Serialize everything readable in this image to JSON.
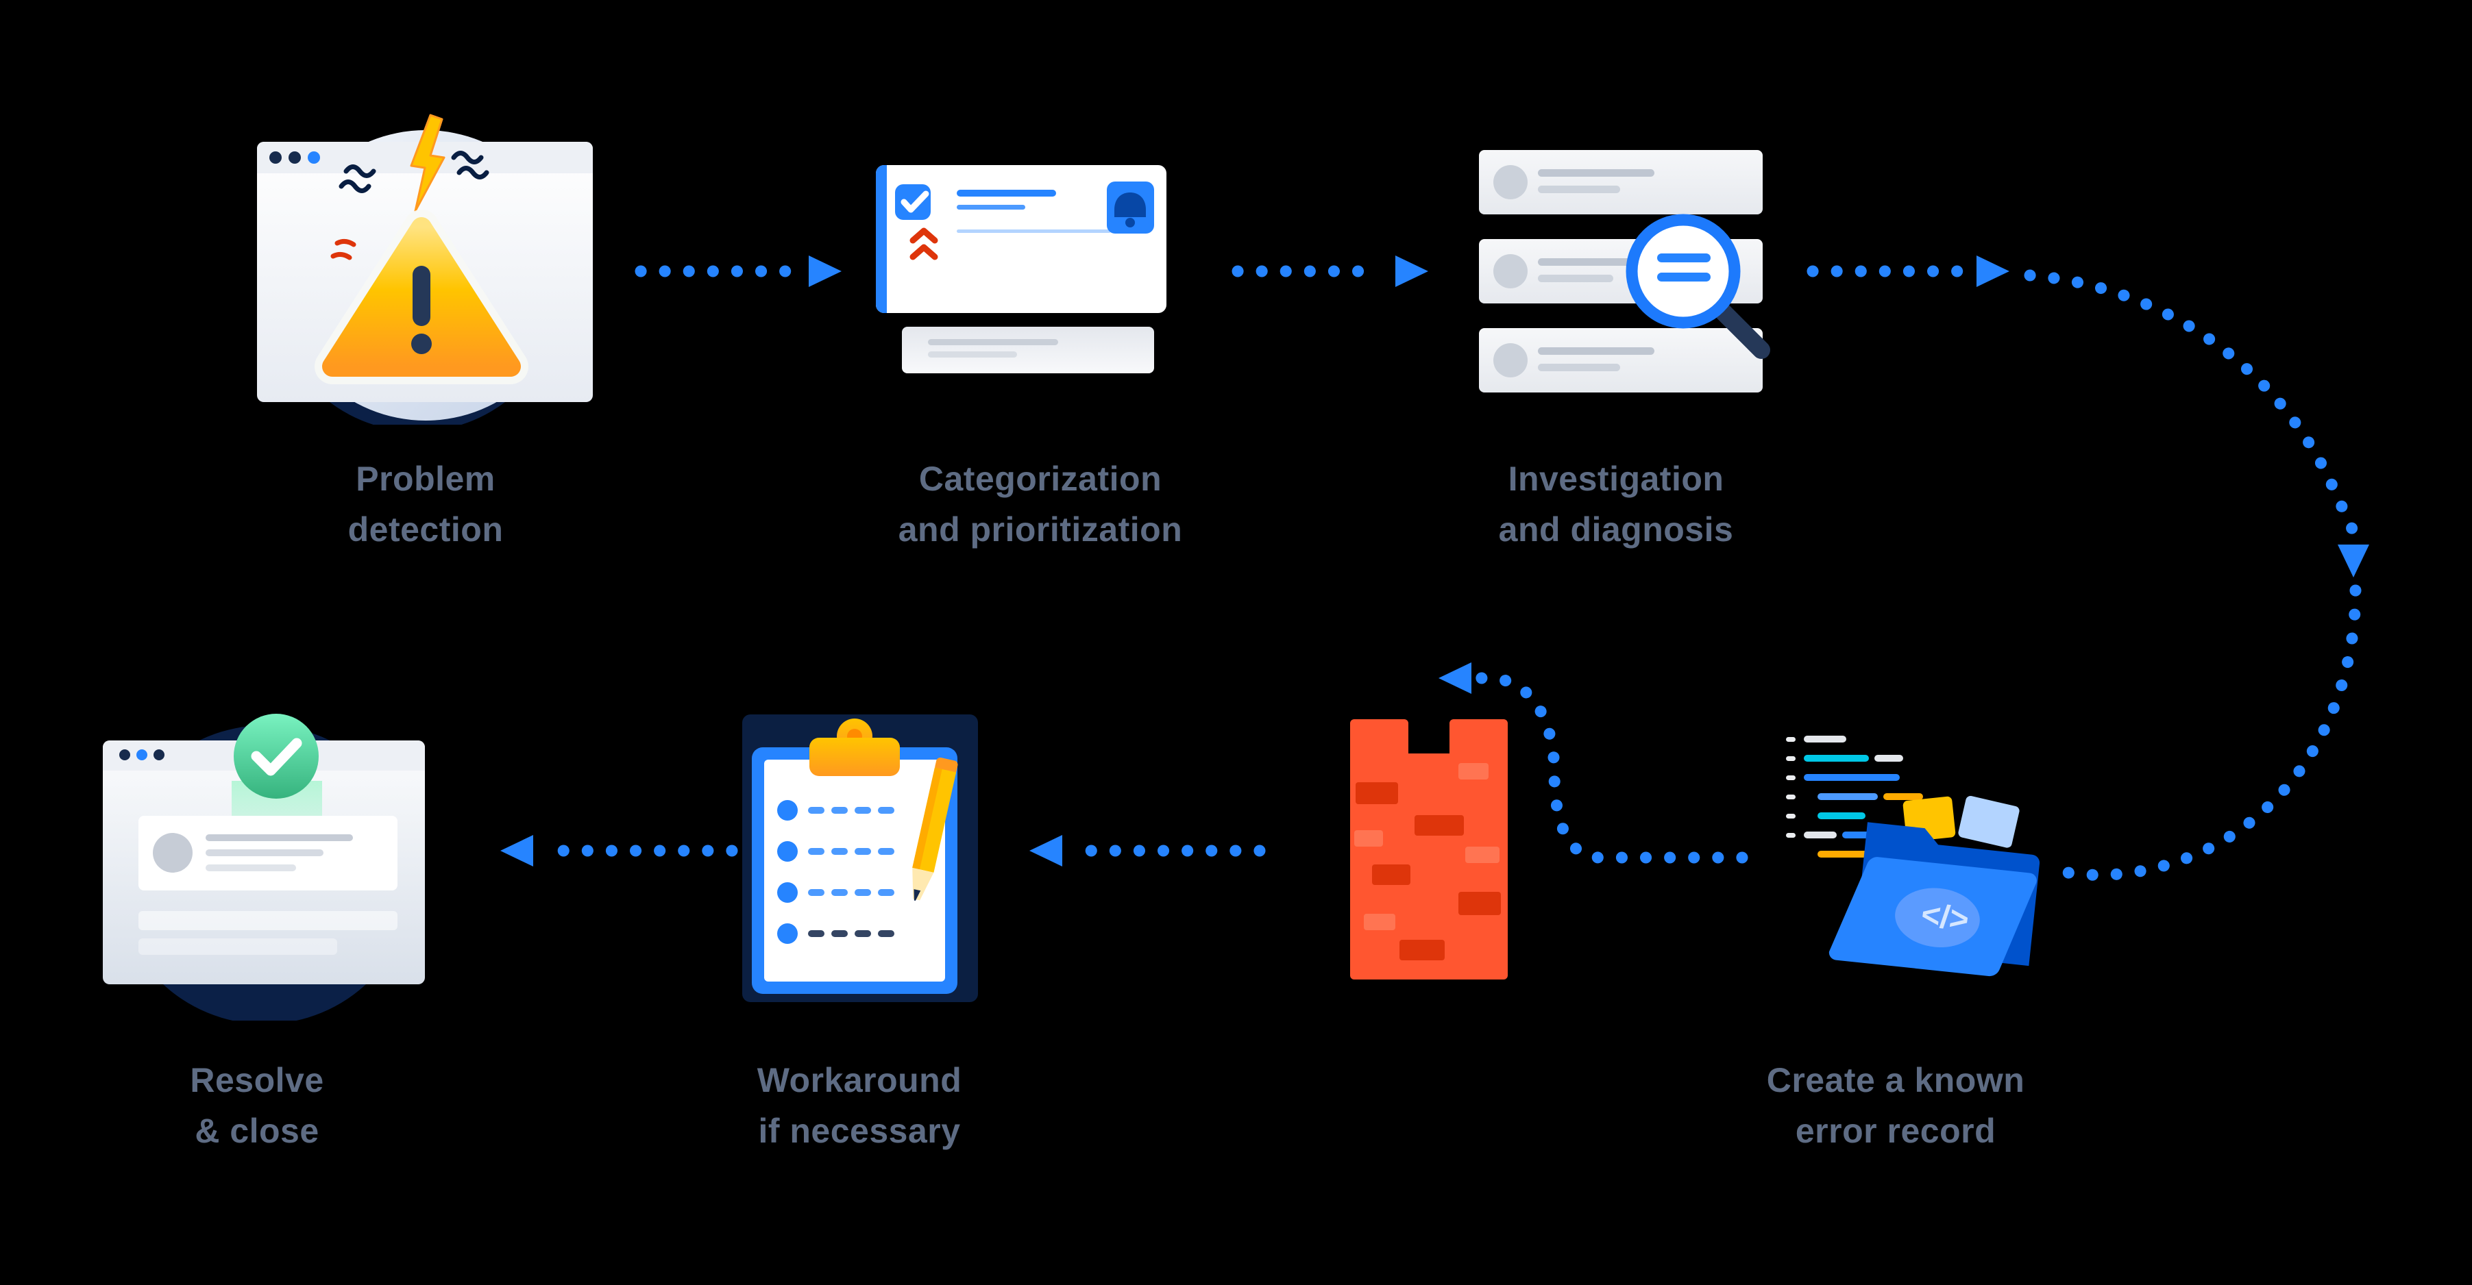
{
  "diagram": {
    "background_color": "#000000",
    "accent_color": "#2684FF",
    "label_color": "#5E6C84",
    "warning_color": "#FFC400",
    "error_color": "#FF5630",
    "success_color": "#57D9A3",
    "connector_style": "dotted",
    "folder_code_glyph": "</>",
    "steps": [
      {
        "name": "problem-detection",
        "icon": "warning-browser-icon",
        "label_line1": "Problem",
        "label_line2": "detection"
      },
      {
        "name": "categorization-prioritization",
        "icon": "ticket-card-icon",
        "label_line1": "Categorization",
        "label_line2": "and prioritization"
      },
      {
        "name": "investigation-diagnosis",
        "icon": "search-list-icon",
        "label_line1": "Investigation",
        "label_line2": "and diagnosis"
      },
      {
        "name": "create-known-error-record",
        "icon": "code-folder-icon",
        "label_line1": "Create a known",
        "label_line2": "error record"
      },
      {
        "name": "workaround-if-necessary",
        "icon": "clipboard-checklist-icon",
        "label_line1": "Workaround",
        "label_line2": "if necessary"
      },
      {
        "name": "resolve-close",
        "icon": "resolved-browser-icon",
        "label_line1": "Resolve",
        "label_line2": "& close"
      }
    ]
  }
}
